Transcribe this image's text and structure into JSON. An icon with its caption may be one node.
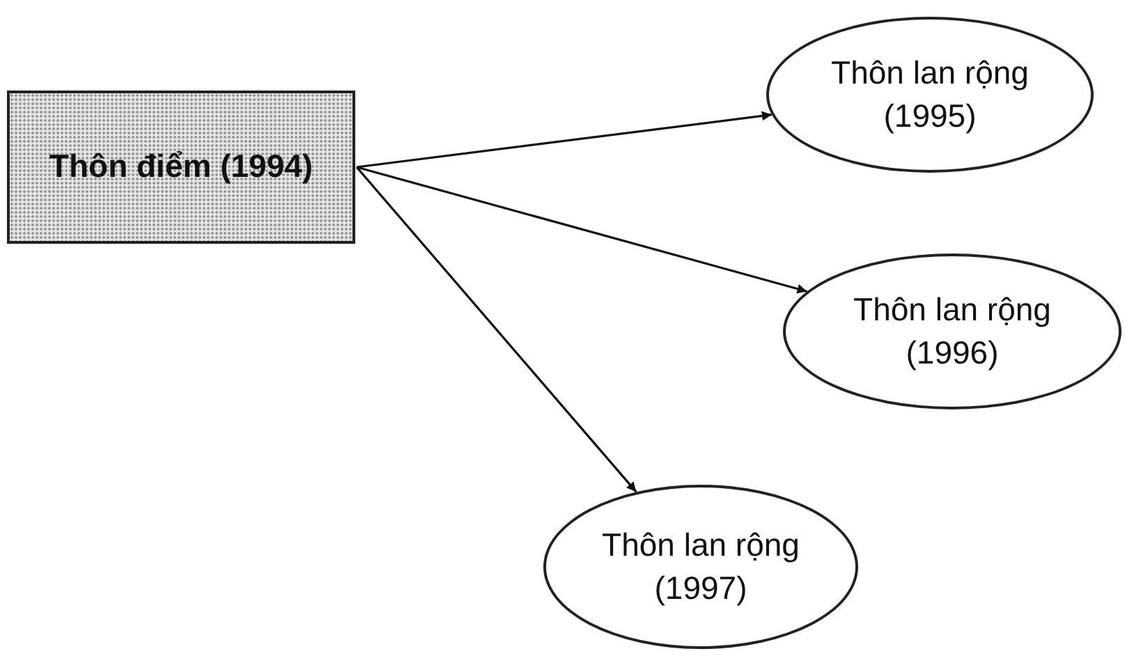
{
  "diagram": {
    "nodes": [
      {
        "text": [
          "Thôn điểm (1994)"
        ]
      },
      {
        "text": [
          "Thôn lan rộng (1995)"
        ]
      },
      {
        "text": [
          "Thôn lan rộng (1996)"
        ]
      },
      {
        "text": [
          "Thôn lan rộng (1997)"
        ]
      }
    ],
    "edges": [
      {
        "from": 0,
        "to": 1,
        "arrow": "to"
      },
      {
        "from": 0,
        "to": 2,
        "arrow": "to"
      },
      {
        "from": 0,
        "to": 3,
        "arrow": "to"
      }
    ]
  }
}
